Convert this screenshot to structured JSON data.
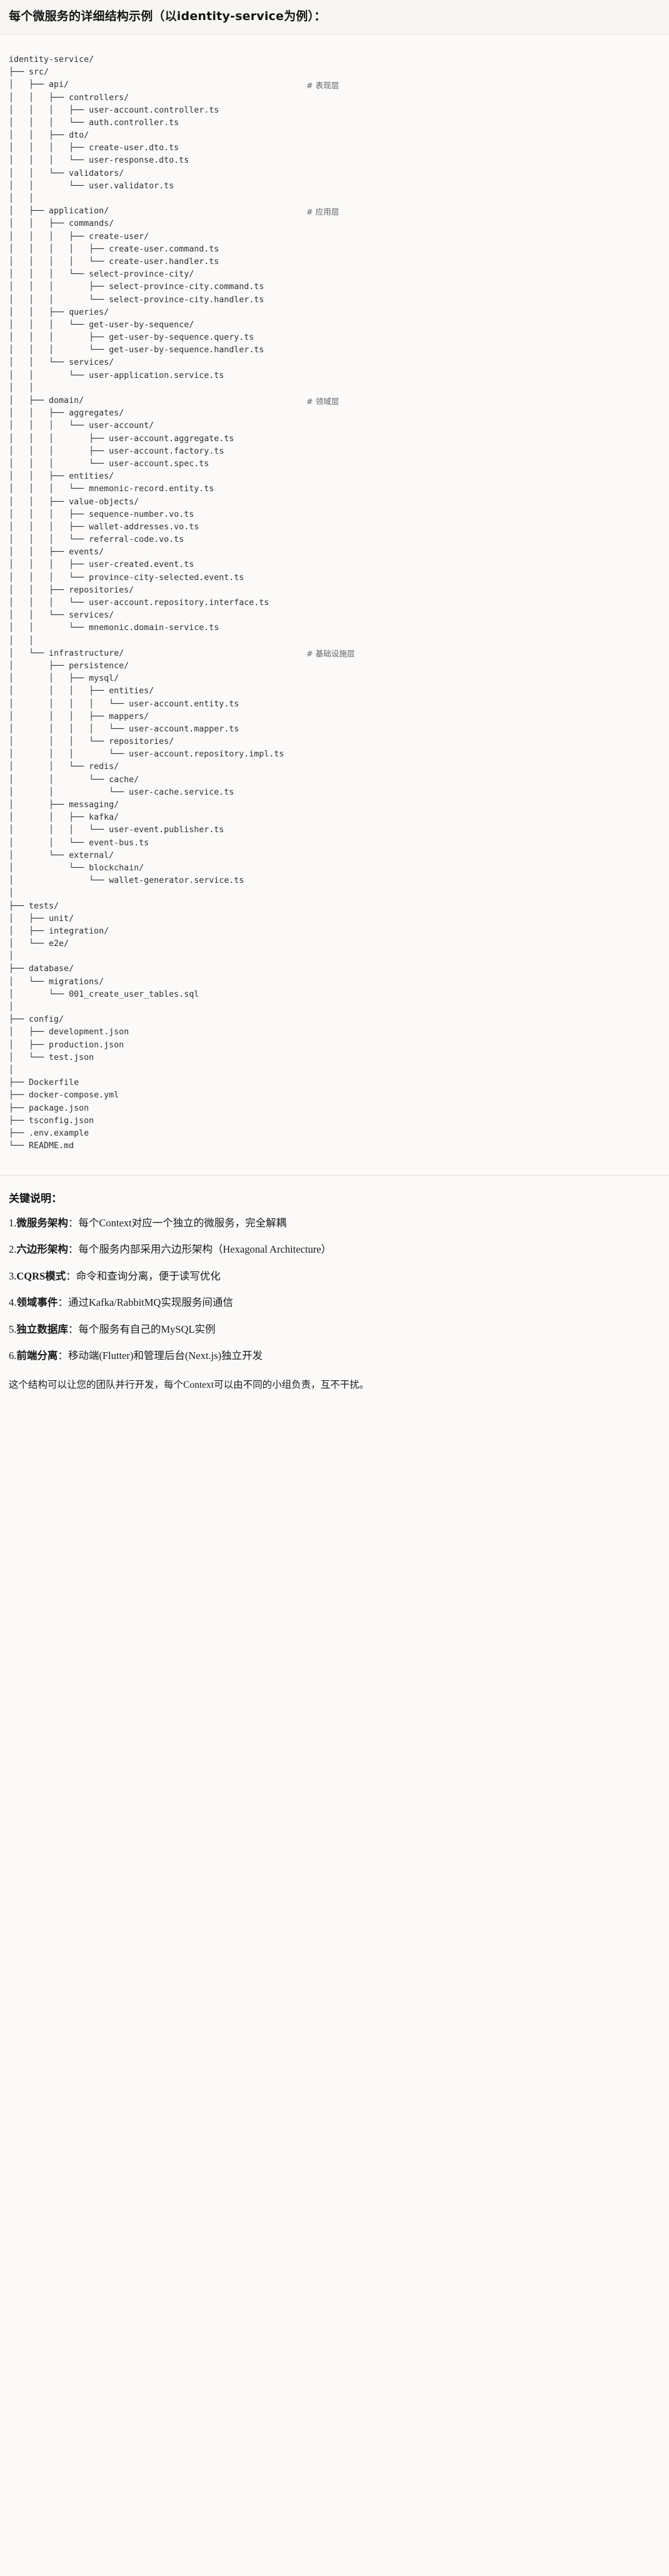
{
  "document": {
    "title": "每个微服务的详细结构示例（以identity-service为例）：",
    "tree_root": "identity-service/",
    "tree_lines": [
      {
        "text": "identity-service/",
        "comment": ""
      },
      {
        "text": "├── src/",
        "comment": ""
      },
      {
        "text": "│   ├── api/",
        "comment": "# 表现层"
      },
      {
        "text": "│   │   ├── controllers/",
        "comment": ""
      },
      {
        "text": "│   │   │   ├── user-account.controller.ts",
        "comment": ""
      },
      {
        "text": "│   │   │   └── auth.controller.ts",
        "comment": ""
      },
      {
        "text": "│   │   ├── dto/",
        "comment": ""
      },
      {
        "text": "│   │   │   ├── create-user.dto.ts",
        "comment": ""
      },
      {
        "text": "│   │   │   └── user-response.dto.ts",
        "comment": ""
      },
      {
        "text": "│   │   └── validators/",
        "comment": ""
      },
      {
        "text": "│   │       └── user.validator.ts",
        "comment": ""
      },
      {
        "text": "│   │",
        "comment": ""
      },
      {
        "text": "│   ├── application/",
        "comment": "# 应用层"
      },
      {
        "text": "│   │   ├── commands/",
        "comment": ""
      },
      {
        "text": "│   │   │   ├── create-user/",
        "comment": ""
      },
      {
        "text": "│   │   │   │   ├── create-user.command.ts",
        "comment": ""
      },
      {
        "text": "│   │   │   │   └── create-user.handler.ts",
        "comment": ""
      },
      {
        "text": "│   │   │   └── select-province-city/",
        "comment": ""
      },
      {
        "text": "│   │   │       ├── select-province-city.command.ts",
        "comment": ""
      },
      {
        "text": "│   │   │       └── select-province-city.handler.ts",
        "comment": ""
      },
      {
        "text": "│   │   ├── queries/",
        "comment": ""
      },
      {
        "text": "│   │   │   └── get-user-by-sequence/",
        "comment": ""
      },
      {
        "text": "│   │   │       ├── get-user-by-sequence.query.ts",
        "comment": ""
      },
      {
        "text": "│   │   │       └── get-user-by-sequence.handler.ts",
        "comment": ""
      },
      {
        "text": "│   │   └── services/",
        "comment": ""
      },
      {
        "text": "│   │       └── user-application.service.ts",
        "comment": ""
      },
      {
        "text": "│   │",
        "comment": ""
      },
      {
        "text": "│   ├── domain/",
        "comment": "# 领域层"
      },
      {
        "text": "│   │   ├── aggregates/",
        "comment": ""
      },
      {
        "text": "│   │   │   └── user-account/",
        "comment": ""
      },
      {
        "text": "│   │   │       ├── user-account.aggregate.ts",
        "comment": ""
      },
      {
        "text": "│   │   │       ├── user-account.factory.ts",
        "comment": ""
      },
      {
        "text": "│   │   │       └── user-account.spec.ts",
        "comment": ""
      },
      {
        "text": "│   │   ├── entities/",
        "comment": ""
      },
      {
        "text": "│   │   │   └── mnemonic-record.entity.ts",
        "comment": ""
      },
      {
        "text": "│   │   ├── value-objects/",
        "comment": ""
      },
      {
        "text": "│   │   │   ├── sequence-number.vo.ts",
        "comment": ""
      },
      {
        "text": "│   │   │   ├── wallet-addresses.vo.ts",
        "comment": ""
      },
      {
        "text": "│   │   │   └── referral-code.vo.ts",
        "comment": ""
      },
      {
        "text": "│   │   ├── events/",
        "comment": ""
      },
      {
        "text": "│   │   │   ├── user-created.event.ts",
        "comment": ""
      },
      {
        "text": "│   │   │   └── province-city-selected.event.ts",
        "comment": ""
      },
      {
        "text": "│   │   ├── repositories/",
        "comment": ""
      },
      {
        "text": "│   │   │   └── user-account.repository.interface.ts",
        "comment": ""
      },
      {
        "text": "│   │   └── services/",
        "comment": ""
      },
      {
        "text": "│   │       └── mnemonic.domain-service.ts",
        "comment": ""
      },
      {
        "text": "│   │",
        "comment": ""
      },
      {
        "text": "│   └── infrastructure/",
        "comment": "# 基础设施层"
      },
      {
        "text": "│       ├── persistence/",
        "comment": ""
      },
      {
        "text": "│       │   ├── mysql/",
        "comment": ""
      },
      {
        "text": "│       │   │   ├── entities/",
        "comment": ""
      },
      {
        "text": "│       │   │   │   └── user-account.entity.ts",
        "comment": ""
      },
      {
        "text": "│       │   │   ├── mappers/",
        "comment": ""
      },
      {
        "text": "│       │   │   │   └── user-account.mapper.ts",
        "comment": ""
      },
      {
        "text": "│       │   │   └── repositories/",
        "comment": ""
      },
      {
        "text": "│       │   │       └── user-account.repository.impl.ts",
        "comment": ""
      },
      {
        "text": "│       │   └── redis/",
        "comment": ""
      },
      {
        "text": "│       │       └── cache/",
        "comment": ""
      },
      {
        "text": "│       │           └── user-cache.service.ts",
        "comment": ""
      },
      {
        "text": "│       ├── messaging/",
        "comment": ""
      },
      {
        "text": "│       │   ├── kafka/",
        "comment": ""
      },
      {
        "text": "│       │   │   └── user-event.publisher.ts",
        "comment": ""
      },
      {
        "text": "│       │   └── event-bus.ts",
        "comment": ""
      },
      {
        "text": "│       └── external/",
        "comment": ""
      },
      {
        "text": "│           └── blockchain/",
        "comment": ""
      },
      {
        "text": "│               └── wallet-generator.service.ts",
        "comment": ""
      },
      {
        "text": "│",
        "comment": ""
      },
      {
        "text": "├── tests/",
        "comment": ""
      },
      {
        "text": "│   ├── unit/",
        "comment": ""
      },
      {
        "text": "│   ├── integration/",
        "comment": ""
      },
      {
        "text": "│   └── e2e/",
        "comment": ""
      },
      {
        "text": "│",
        "comment": ""
      },
      {
        "text": "├── database/",
        "comment": ""
      },
      {
        "text": "│   └── migrations/",
        "comment": ""
      },
      {
        "text": "│       └── 001_create_user_tables.sql",
        "comment": ""
      },
      {
        "text": "│",
        "comment": ""
      },
      {
        "text": "├── config/",
        "comment": ""
      },
      {
        "text": "│   ├── development.json",
        "comment": ""
      },
      {
        "text": "│   ├── production.json",
        "comment": ""
      },
      {
        "text": "│   └── test.json",
        "comment": ""
      },
      {
        "text": "│",
        "comment": ""
      },
      {
        "text": "├── Dockerfile",
        "comment": ""
      },
      {
        "text": "├── docker-compose.yml",
        "comment": ""
      },
      {
        "text": "├── package.json",
        "comment": ""
      },
      {
        "text": "├── tsconfig.json",
        "comment": ""
      },
      {
        "text": "├── .env.example",
        "comment": ""
      },
      {
        "text": "└── README.md",
        "comment": ""
      }
    ]
  },
  "notes": {
    "heading": "关键说明：",
    "items": [
      {
        "num": "1.",
        "term": "微服务架构",
        "sep": "：",
        "desc": "每个Context对应一个独立的微服务，完全解耦"
      },
      {
        "num": "2.",
        "term": "六边形架构",
        "sep": "：",
        "desc": "每个服务内部采用六边形架构（Hexagonal Architecture）"
      },
      {
        "num": "3.",
        "term": "CQRS模式",
        "sep": "：",
        "desc": "命令和查询分离，便于读写优化"
      },
      {
        "num": "4.",
        "term": "领域事件",
        "sep": "：",
        "desc": "通过Kafka/RabbitMQ实现服务间通信"
      },
      {
        "num": "5.",
        "term": "独立数据库",
        "sep": "：",
        "desc": "每个服务有自己的MySQL实例"
      },
      {
        "num": "6.",
        "term": "前端分离",
        "sep": "：",
        "desc": "移动端(Flutter)和管理后台(Next.js)独立开发"
      }
    ],
    "closing": "这个结构可以让您的团队并行开发，每个Context可以由不同的小组负责，互不干扰。"
  },
  "colors": {
    "page_background": "#fbfaf9",
    "title_background": "#f7f6f3",
    "divider": "#e3e1dd",
    "code_text": "#2c2f33",
    "comment_text": "#5d6369",
    "body_text": "#1a1a1a"
  }
}
